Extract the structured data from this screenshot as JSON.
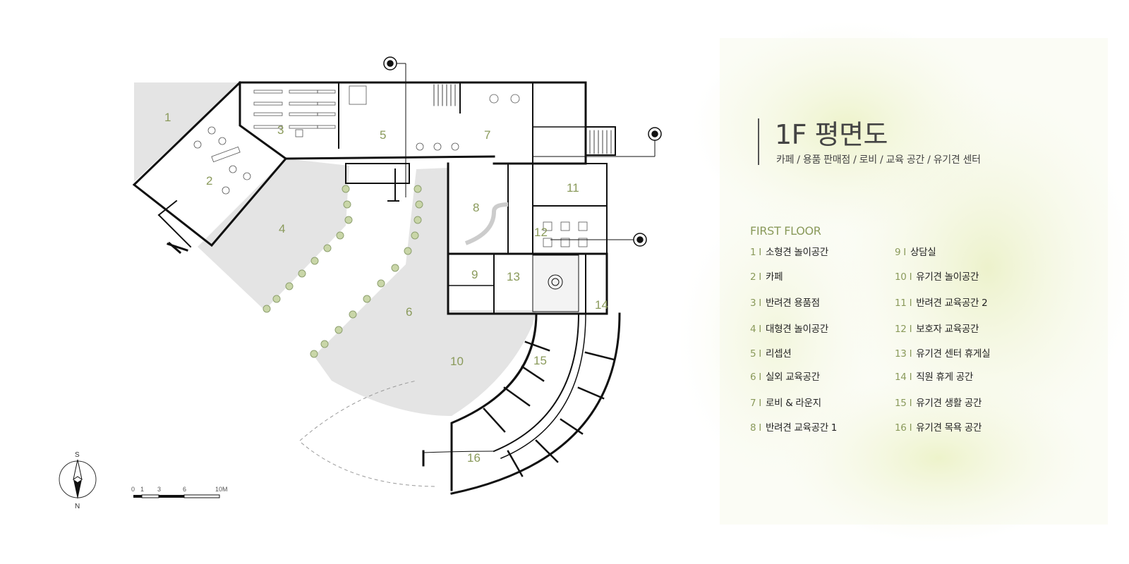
{
  "title": "1F 평면도",
  "subtitle": "카페 / 용품 판매점 / 로비 / 교육 공간 / 유기견 센터",
  "legend_heading": "FIRST FLOOR",
  "legend": [
    {
      "num": "1",
      "label": "소형견 놀이공간"
    },
    {
      "num": "2",
      "label": "카페"
    },
    {
      "num": "3",
      "label": "반려견 용품점"
    },
    {
      "num": "4",
      "label": "대형견 놀이공간"
    },
    {
      "num": "5",
      "label": "리셉션"
    },
    {
      "num": "6",
      "label": "실외 교육공간"
    },
    {
      "num": "7",
      "label": "로비 & 라운지"
    },
    {
      "num": "8",
      "label": "반려견 교육공간 1"
    },
    {
      "num": "9",
      "label": "상담실"
    },
    {
      "num": "10",
      "label": "유기견 놀이공간"
    },
    {
      "num": "11",
      "label": "반려견 교육공간 2"
    },
    {
      "num": "12",
      "label": "보호자 교육공간"
    },
    {
      "num": "13",
      "label": "유기견 센터 휴게실"
    },
    {
      "num": "14",
      "label": "직원 휴게 공간"
    },
    {
      "num": "15",
      "label": "유기견 생활 공간"
    },
    {
      "num": "16",
      "label": "유기견 목욕 공간"
    }
  ],
  "room_numbers": [
    "1",
    "2",
    "3",
    "4",
    "5",
    "6",
    "7",
    "8",
    "9",
    "10",
    "11",
    "12",
    "13",
    "14",
    "15",
    "16"
  ],
  "compass": {
    "top": "S",
    "bottom": "N"
  },
  "scale_labels": [
    "0",
    "1",
    "3",
    "6",
    "10M"
  ],
  "colors": {
    "accent": "#8a9a5b",
    "wall": "#111111",
    "outdoor": "#e4e4e4",
    "wash": "#eef3cf"
  }
}
